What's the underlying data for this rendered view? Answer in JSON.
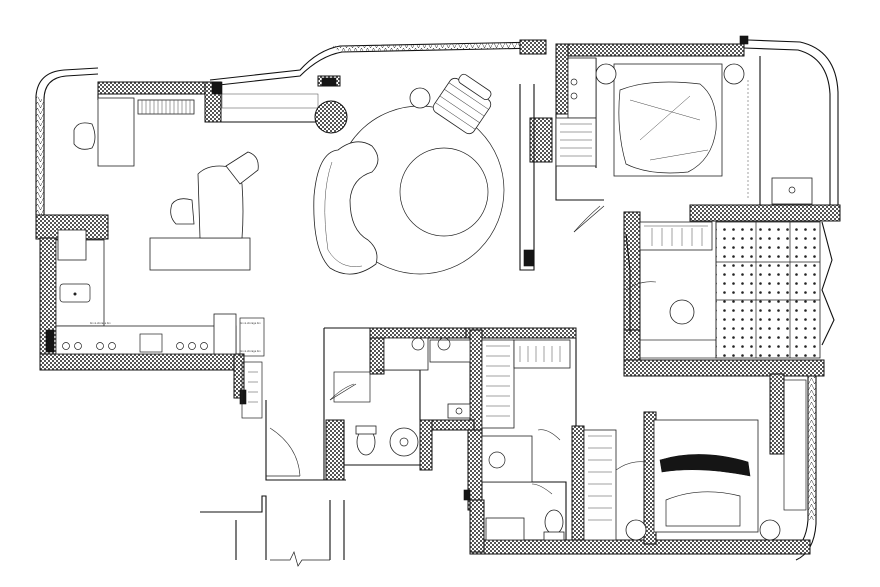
{
  "plan": {
    "counter_labels": [
      "bin & storage bin",
      "bin & storage bin",
      "bin & storage bin"
    ]
  }
}
